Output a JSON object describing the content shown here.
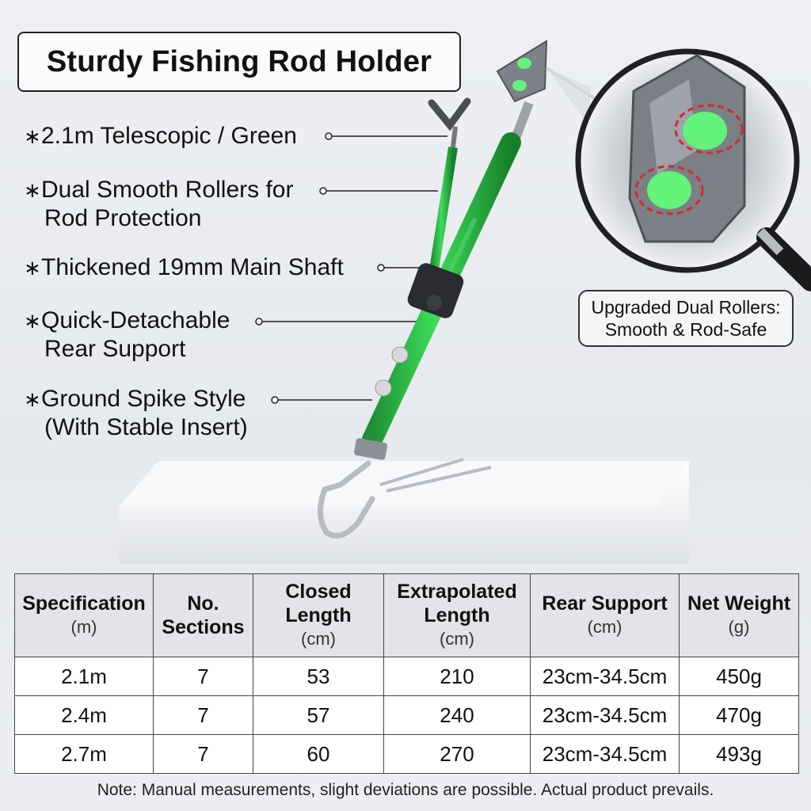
{
  "title": "Sturdy Fishing Rod Holder",
  "features": [
    {
      "bullet": "∗",
      "lines": [
        "2.1m Telescopic / Green",
        ""
      ]
    },
    {
      "bullet": "∗",
      "lines": [
        "Dual Smooth Rollers for",
        "Rod Protection"
      ]
    },
    {
      "bullet": "∗",
      "lines": [
        "Thickened 19mm Main Shaft",
        ""
      ]
    },
    {
      "bullet": "∗",
      "lines": [
        "Quick-Detachable",
        "Rear Support"
      ]
    },
    {
      "bullet": "∗",
      "lines": [
        "Ground Spike Style",
        "(With Stable Insert)"
      ]
    }
  ],
  "zoom_label": [
    "Upgraded Dual Rollers:",
    "Smooth & Rod-Safe"
  ],
  "colors": {
    "accent_green": "#2fc44a",
    "roller_green": "#63f27a",
    "highlight_red": "#d42a2a"
  },
  "table": {
    "headers": [
      {
        "title": "Specification",
        "unit": "(m)"
      },
      {
        "title": "No. Sections",
        "unit": ""
      },
      {
        "title": "Closed Length",
        "unit": "(cm)"
      },
      {
        "title": "Extrapolated Length",
        "unit": "(cm)"
      },
      {
        "title": "Rear Support",
        "unit": "(cm)"
      },
      {
        "title": "Net Weight",
        "unit": "(g)"
      }
    ],
    "rows": [
      [
        "2.1m",
        "7",
        "53",
        "210",
        "23cm-34.5cm",
        "450g"
      ],
      [
        "2.4m",
        "7",
        "57",
        "240",
        "23cm-34.5cm",
        "470g"
      ],
      [
        "2.7m",
        "7",
        "60",
        "270",
        "23cm-34.5cm",
        "493g"
      ]
    ]
  },
  "note": "Note: Manual measurements, slight deviations are possible. Actual product prevails."
}
